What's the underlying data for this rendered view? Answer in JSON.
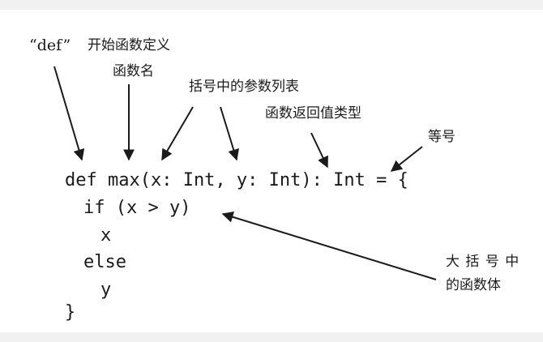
{
  "annotations": {
    "def_keyword": "“def”",
    "def_start": "开始函数定义",
    "function_name": "函数名",
    "params": "括号中的参数列表",
    "return_type": "函数返回值类型",
    "equals": "等号",
    "body_line1": "大 括 号 中",
    "body_line2": "的函数体"
  },
  "code": {
    "line1": "def max(x: Int, y: Int): Int = {",
    "line2": "if (x > y)",
    "line3": "x",
    "line4": "else",
    "line5": "y",
    "line6": "}"
  },
  "colors": {
    "text": "#1a1a1a",
    "arrow": "#1a1a1a",
    "background": "#ffffff"
  }
}
